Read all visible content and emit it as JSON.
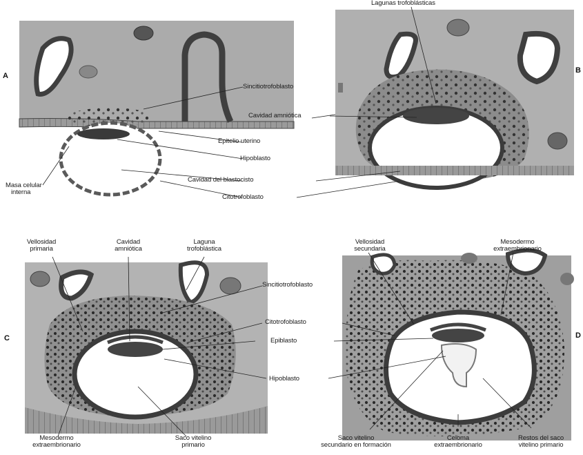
{
  "panels": {
    "A": {
      "letter": "A",
      "labels": {
        "sincitiotrofoblasto": "Sincitiotrofoblasto",
        "cavidad_amniotica": "Cavidad amniótica",
        "epitelio_uterino": "Epitelio uterino",
        "hipoblasto": "Hipoblasto",
        "masa_celular_1": "Masa celular",
        "masa_celular_2": "interna",
        "cavidad_blastocisto": "Cavidad del blastocisto",
        "citotrofoblasto": "Citotrofoblasto"
      }
    },
    "B": {
      "letter": "B",
      "labels": {
        "lagunas": "Lagunas trofoblásticas"
      }
    },
    "C": {
      "letter": "C",
      "labels": {
        "vellosidad_1": "Vellosidad",
        "vellosidad_2": "primaria",
        "cavidad_amn_1": "Cavidad",
        "cavidad_amn_2": "amniótica",
        "laguna_1": "Laguna",
        "laguna_2": "trofoblástica",
        "sincitio": "Sincitiotrofoblasto",
        "citotrofo": "Citotrofoblasto",
        "epiblasto": "Epiblasto",
        "hipoblasto": "Hipoblasto",
        "mesodermo_1": "Mesodermo",
        "mesodermo_2": "extraembrionario",
        "saco_1": "Saco vitelino",
        "saco_2": "primario"
      }
    },
    "D": {
      "letter": "D",
      "labels": {
        "vellosidad_1": "Vellosidad",
        "vellosidad_2": "secundaria",
        "mesodermo_1": "Mesodermo",
        "mesodermo_2": "extraembrionario",
        "saco_sec_1": "Saco vitelino",
        "saco_sec_2": "secundario en formación",
        "celoma_1": "Celoma",
        "celoma_2": "extraembrionario",
        "restos_1": "Restos del saco",
        "restos_2": "vitelino primario"
      }
    }
  },
  "colors": {
    "tissue": "#b3b3b3",
    "stroma": "#a8a8a8",
    "vessel": "#585858",
    "cavity": "#ffffff",
    "dark": "#2b2b2b"
  }
}
